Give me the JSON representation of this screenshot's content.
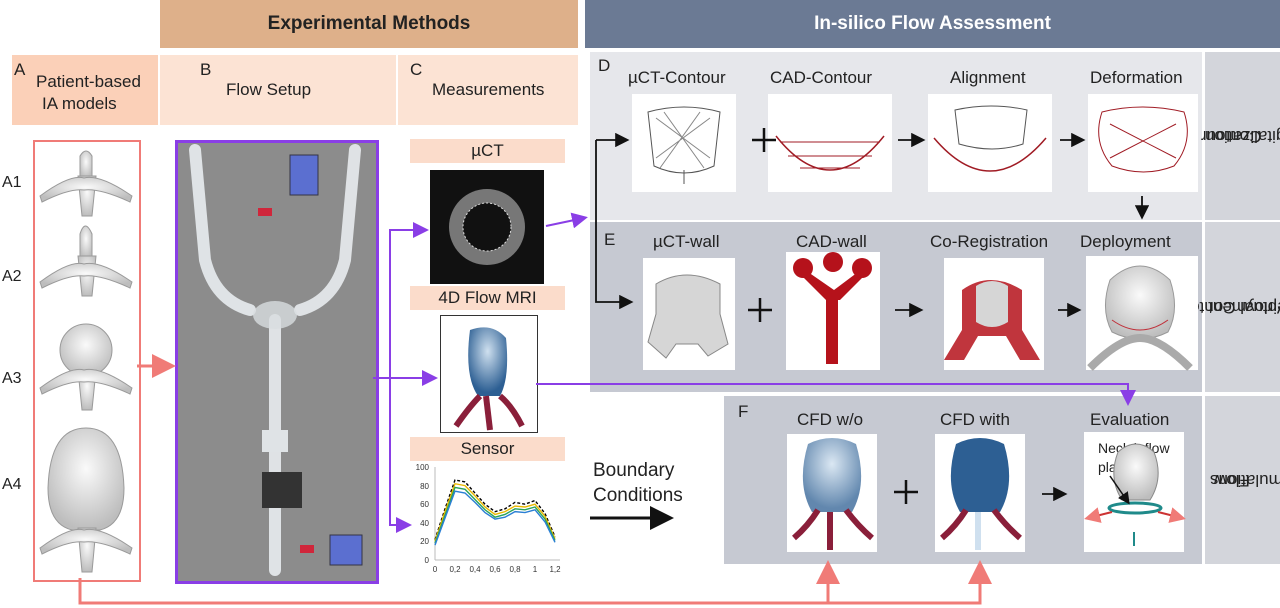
{
  "headers": {
    "experimental": "Experimental Methods",
    "insilico": "In-silico Flow Assessment"
  },
  "panels": {
    "a": {
      "letter": "A",
      "title_1": "Patient-based",
      "title_2": "IA models",
      "models": [
        "A1",
        "A2",
        "A3",
        "A4"
      ]
    },
    "b": {
      "letter": "B",
      "title": "Flow Setup"
    },
    "c": {
      "letter": "C",
      "title": "Measurements",
      "items": [
        "µCT",
        "4D Flow MRI",
        "Sensor"
      ]
    },
    "d": {
      "letter": "D",
      "steps": [
        "µCT-Contour",
        "CAD-Contour",
        "Alignment",
        "Deformation"
      ]
    },
    "e": {
      "letter": "E",
      "steps": [
        "µCT-wall",
        "CAD-wall",
        "Co-Registration",
        "Deployment"
      ]
    },
    "f": {
      "letter": "F",
      "steps": [
        "CFD w/o",
        "CFD with",
        "Evaluation"
      ],
      "annotation_1": "Neck inflow",
      "annotation_2": "plane"
    }
  },
  "side_labels": {
    "contour_1": "Contour",
    "contour_2": "Digitalization",
    "virtual_1": "Virtual Contour",
    "virtual_2": "Deployment",
    "flow_1": "Flow",
    "flow_2": "Simulations"
  },
  "boundary": {
    "line_1": "Boundary",
    "line_2": "Conditions"
  },
  "sensor_chart": {
    "y_ticks": [
      "100",
      "80",
      "60",
      "40",
      "20",
      "0"
    ],
    "x_ticks": [
      "0",
      "0,2",
      "0,4",
      "0,6",
      "0,8",
      "1",
      "1,2"
    ]
  },
  "chart_data": {
    "type": "line",
    "x": [
      0,
      0.1,
      0.2,
      0.3,
      0.4,
      0.5,
      0.6,
      0.7,
      0.8,
      0.9,
      1.0,
      1.1,
      1.2
    ],
    "series": [
      {
        "values": [
          22,
          55,
          86,
          84,
          72,
          60,
          52,
          55,
          62,
          60,
          64,
          50,
          25
        ],
        "color": "#000000"
      },
      {
        "values": [
          20,
          52,
          82,
          80,
          69,
          57,
          49,
          52,
          58,
          57,
          60,
          47,
          23
        ],
        "color": "#e8b800"
      },
      {
        "values": [
          18,
          48,
          78,
          76,
          65,
          54,
          46,
          49,
          55,
          54,
          57,
          44,
          21
        ],
        "color": "#2aa35a"
      },
      {
        "values": [
          16,
          45,
          74,
          72,
          62,
          51,
          44,
          46,
          52,
          51,
          54,
          41,
          19
        ],
        "color": "#2a7fd4"
      }
    ],
    "ylim": [
      0,
      100
    ],
    "xlim": [
      0,
      1.25
    ]
  },
  "colors": {
    "exp_header": "#deb08a",
    "insilico_header": "#6b7a94",
    "purple": "#8a3ee6",
    "salmon": "#f07b77",
    "peach": "#fbdccb"
  }
}
